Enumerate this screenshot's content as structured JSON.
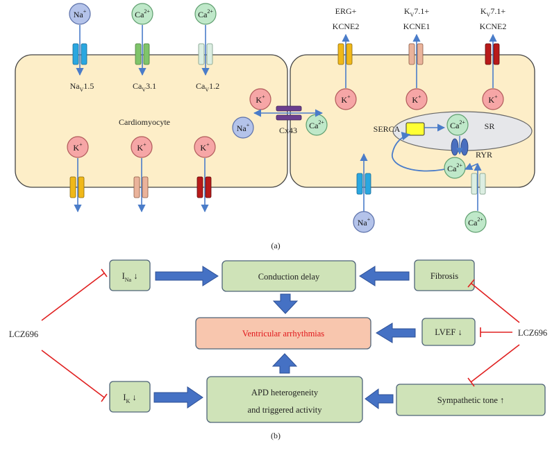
{
  "panel_a": {
    "caption": "(a)",
    "cell_label": "Cardiomyocyte",
    "top_ions_left": [
      {
        "base": "Na",
        "sup": "+",
        "color": "#b4c3ea"
      },
      {
        "base": "Ca",
        "sup": "2+",
        "color": "#bfe8c9"
      },
      {
        "base": "Ca",
        "sup": "2+",
        "color": "#bfe8c9"
      }
    ],
    "left_channel_labels": [
      {
        "base": "Na",
        "sub": "V",
        "tail": "1.5"
      },
      {
        "base": "Ca",
        "sub": "V",
        "tail": "3.1"
      },
      {
        "base": "Ca",
        "sub": "V",
        "tail": "1.2"
      }
    ],
    "left_bottom_ions": [
      {
        "base": "K",
        "sup": "+"
      },
      {
        "base": "K",
        "sup": "+"
      },
      {
        "base": "K",
        "sup": "+"
      }
    ],
    "right_top_labels": [
      {
        "line1": "ERG+",
        "line2": "KCNE2"
      },
      {
        "line1_base": "K",
        "line1_sub": "V",
        "line1_tail": "7.1+",
        "line2": "KCNE1"
      },
      {
        "line1_base": "K",
        "line1_sub": "V",
        "line1_tail": "7.1+",
        "line2": "KCNE2"
      }
    ],
    "right_k_ions": [
      {
        "base": "K",
        "sup": "+"
      },
      {
        "base": "K",
        "sup": "+"
      },
      {
        "base": "K",
        "sup": "+"
      }
    ],
    "gap": {
      "k_ion": {
        "base": "K",
        "sup": "+"
      },
      "na_ion": {
        "base": "Na",
        "sup": "+"
      },
      "ca_ion": {
        "base": "Ca",
        "sup": "2+"
      },
      "junction_label": "Cx43"
    },
    "sr": {
      "label": "SR",
      "serca_label": "SERCA",
      "ryr_label": "RYR",
      "ca_top": {
        "base": "Ca",
        "sup": "2+"
      },
      "ca_bottom": {
        "base": "Ca",
        "sup": "2+"
      }
    },
    "right_bottom_ions": [
      {
        "base": "Na",
        "sup": "+"
      },
      {
        "base": "Ca",
        "sup": "2+"
      }
    ],
    "colors": {
      "cell_fill": "#fdeec8",
      "na_ion": "#b4c3ea",
      "ca_ion": "#bfe8c9",
      "k_ion": "#f6a6a6",
      "arrow": "#4a7cc9",
      "cx43": "#6b3f8f",
      "channel_blue": "#2aa7e0",
      "channel_green": "#7fc46a",
      "channel_pale": "#dceee2",
      "channel_yellow": "#f0b819",
      "channel_salmon": "#eab39b",
      "channel_red": "#b81a1a",
      "sr_fill": "#e6e7ea",
      "serca": "#ffff33"
    }
  },
  "panel_b": {
    "caption": "(b)",
    "boxes": {
      "ina": {
        "base": "I",
        "sub": "Na",
        "tail": " ↓"
      },
      "conduction": "Conduction delay",
      "fibrosis": "Fibrosis",
      "arrhythmias": "Ventricular arrhythmias",
      "lvef": "LVEF ↓",
      "ik": {
        "base": "I",
        "sub": "K",
        "tail": " ↓"
      },
      "apd_line1": "APD heterogeneity",
      "apd_line2": "and triggered activity",
      "sympathetic": "Sympathetic tone ↑"
    },
    "drug_left": "LCZ696",
    "drug_right": "LCZ696",
    "colors": {
      "box_fill": "#cfe3b8",
      "box_stroke": "#4e6378",
      "arrhythmia_fill": "#f8c6ae",
      "arrhythmia_text": "#e0161b",
      "big_arrow": "#4571c4",
      "inhibit": "#e02020"
    }
  }
}
